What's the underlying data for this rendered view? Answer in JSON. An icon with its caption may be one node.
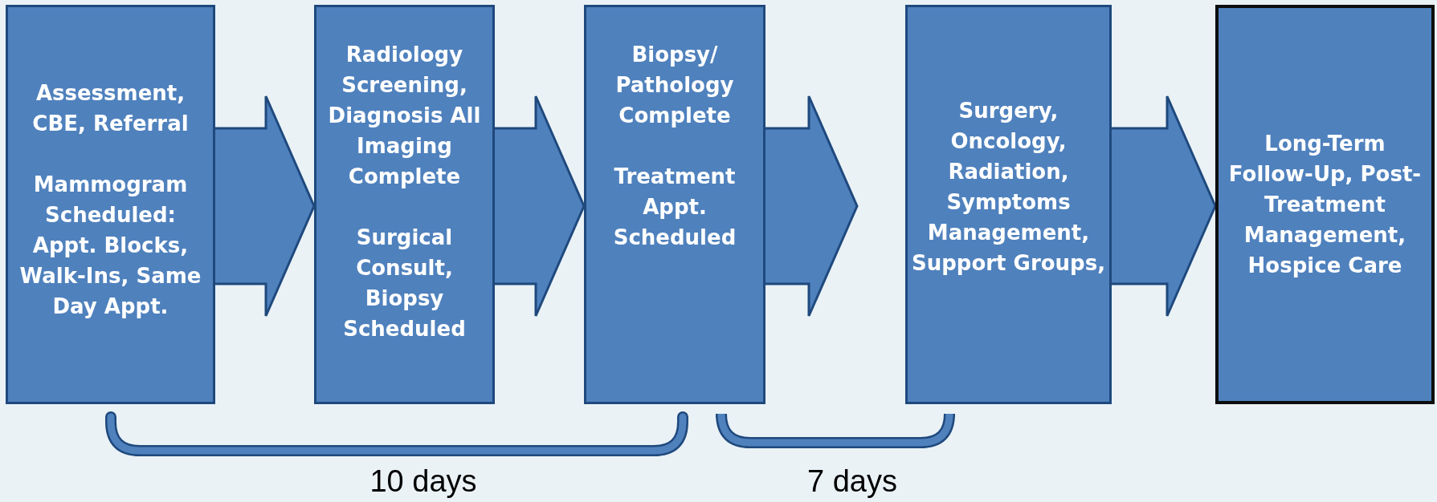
{
  "diagram": {
    "nodes": [
      {
        "text": [
          "Assessment, CBE, Referral",
          "Mammogram Scheduled: Appt. Blocks, Walk-Ins, Same Day Appt."
        ]
      },
      {
        "text": [
          "Radiology Screening, Diagnosis All Imaging Complete",
          "Surgical Consult, Biopsy Scheduled"
        ]
      },
      {
        "text": [
          "Biopsy/ Pathology Complete",
          "Treatment Appt. Scheduled"
        ]
      },
      {
        "text": [
          "Surgery, Oncology, Radiation, Symptoms Management, Support Groups,"
        ]
      },
      {
        "text": [
          "Long-Term Follow-Up, Post- Treatment Management, Hospice Care"
        ]
      }
    ],
    "edges": [
      {
        "from": 0,
        "to": 1,
        "arrow": "to"
      },
      {
        "from": 1,
        "to": 2,
        "arrow": "to"
      },
      {
        "from": 2,
        "to": 3,
        "arrow": "to"
      },
      {
        "from": 3,
        "to": 4,
        "arrow": "to"
      }
    ],
    "labels": [
      "10 days",
      "7 days"
    ]
  }
}
